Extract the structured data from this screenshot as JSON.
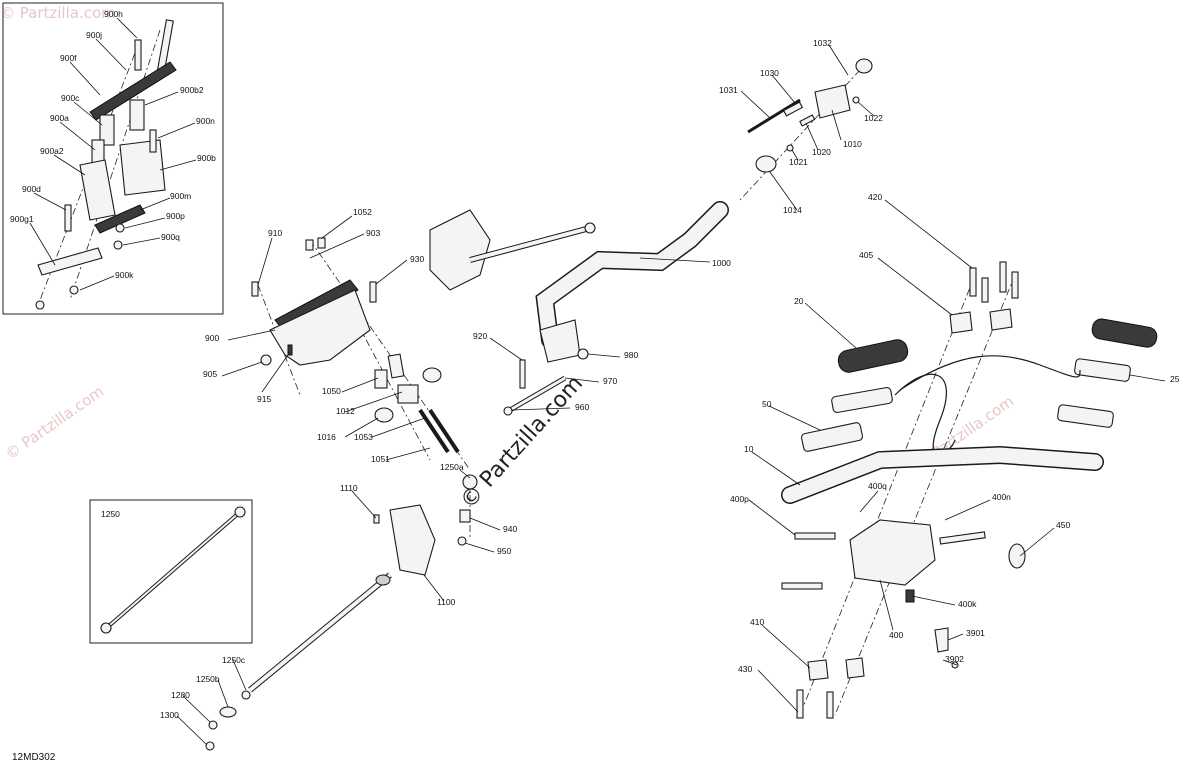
{
  "diagram_code": "12MD302",
  "watermark": {
    "corner": "© Partzilla.com",
    "center": "© Partzilla.com"
  },
  "inset_900": {
    "callouts": [
      "900h",
      "900j",
      "900f",
      "900c",
      "900b2",
      "900a",
      "900n",
      "900a2",
      "900b",
      "900d",
      "900m",
      "900p",
      "900g1",
      "900q",
      "900k"
    ]
  },
  "inset_1250": {
    "label": "1250"
  },
  "callouts": [
    "910",
    "1052",
    "903",
    "930",
    "900",
    "905",
    "915",
    "1050",
    "1012",
    "1016",
    "1053",
    "1051",
    "920",
    "980",
    "970",
    "960",
    "1250a",
    "1110",
    "940",
    "950",
    "1100",
    "1250c",
    "1250b",
    "1280",
    "1300",
    "1000",
    "1031",
    "1030",
    "1032",
    "1022",
    "1010",
    "1020",
    "1021",
    "1014",
    "420",
    "405",
    "20",
    "25",
    "50",
    "10",
    "400p",
    "400q",
    "400n",
    "450",
    "400k",
    "410",
    "3901",
    "430",
    "3902",
    "400"
  ]
}
